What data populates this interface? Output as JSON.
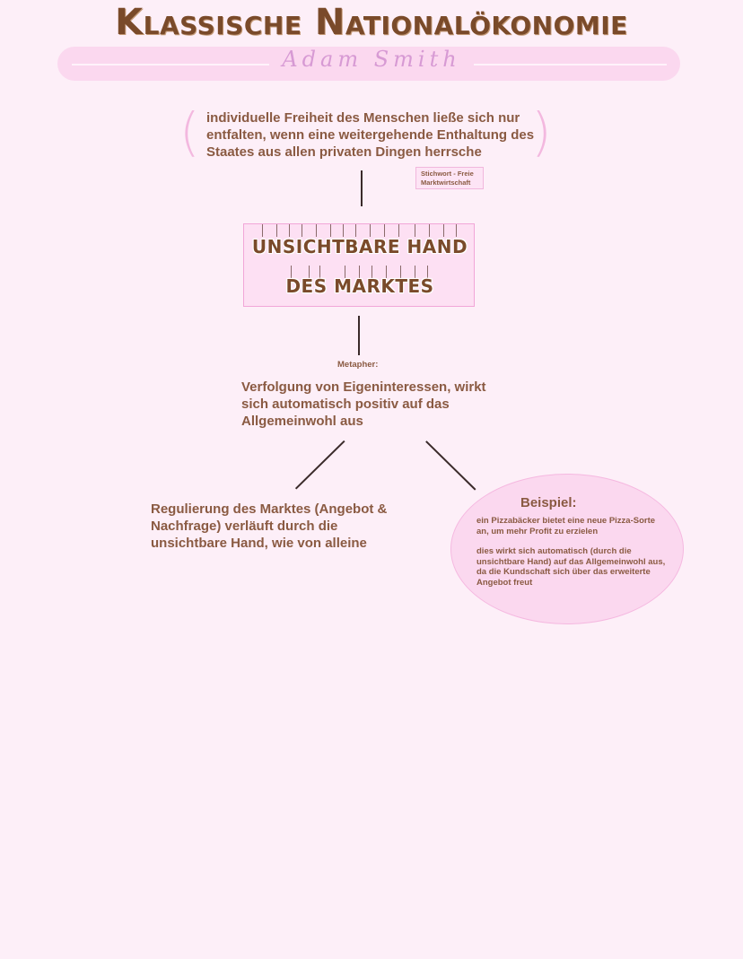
{
  "header": {
    "title": "Klassische Nationalökonomie",
    "subtitle": "Adam Smith"
  },
  "quote": {
    "text": "individuelle Freiheit des Menschen ließe sich nur entfalten, wenn eine weitergehende Enthaltung des Staates aus allen privaten Dingen herrsche",
    "paren_open": "(",
    "paren_close": ")"
  },
  "tag": {
    "line1": "Stichwort - Freie",
    "line2": "Marktwirtschaft"
  },
  "central": {
    "line1": "UNSICHTBARE HAND",
    "line2": "DES MARKTES"
  },
  "metapher": {
    "label": "Metapher:",
    "text": "Verfolgung von Eigeninteressen, wirkt sich automatisch positiv auf das Allgemeinwohl aus"
  },
  "left_branch": {
    "text": "Regulierung des Marktes (Angebot & Nachfrage) verläuft durch die unsichtbare Hand, wie von alleine"
  },
  "example": {
    "title": "Beispiel:",
    "para1": "ein Pizzabäcker bietet eine neue Pizza-Sorte an, um mehr Profit zu erzielen",
    "para2": "dies wirkt sich automatisch (durch die unsichtbare Hand) auf das Allgemeinwohl aus, da die Kundschaft sich über das erweiterte Angebot freut"
  },
  "colors": {
    "background": "#fdeff8",
    "text_brown": "#8a5a42",
    "accent_pink": "#f1a6d8"
  }
}
